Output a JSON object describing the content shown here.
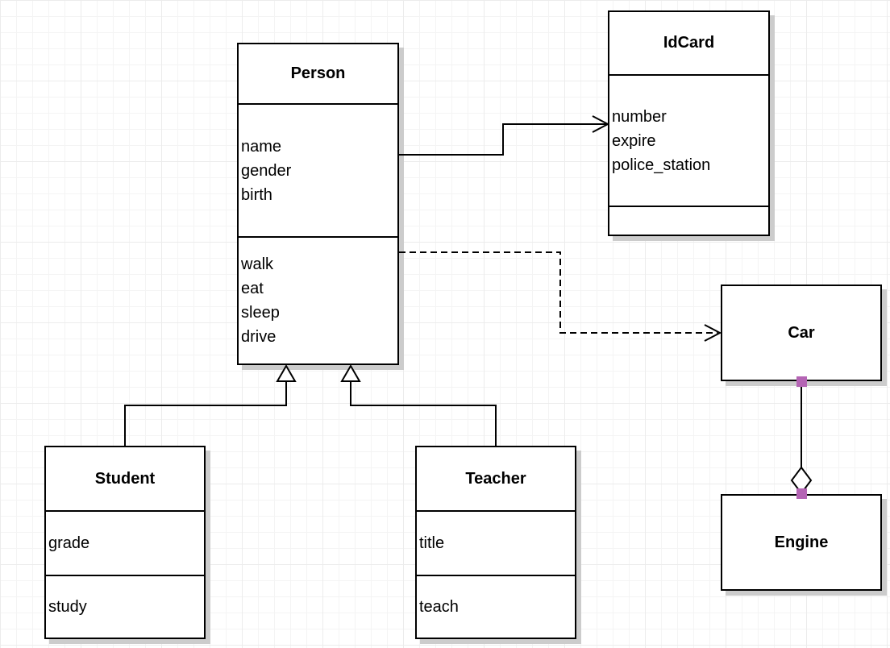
{
  "diagram": {
    "type": "uml-class-diagram",
    "classes": [
      {
        "name": "Person",
        "attributes": [
          "name",
          "gender",
          "birth"
        ],
        "methods": [
          "walk",
          "eat",
          "sleep",
          "drive"
        ]
      },
      {
        "name": "IdCard",
        "attributes": [
          "number",
          "expire",
          "police_station"
        ],
        "methods": []
      },
      {
        "name": "Car",
        "attributes": [],
        "methods": []
      },
      {
        "name": "Engine",
        "attributes": [],
        "methods": []
      },
      {
        "name": "Student",
        "attributes": [
          "grade"
        ],
        "methods": [
          "study"
        ]
      },
      {
        "name": "Teacher",
        "attributes": [
          "title"
        ],
        "methods": [
          "teach"
        ]
      }
    ],
    "relationships": [
      {
        "from": "Person",
        "to": "IdCard",
        "type": "association",
        "line": "solid",
        "arrow": "open-arrow"
      },
      {
        "from": "Person",
        "to": "Car",
        "type": "dependency",
        "line": "dashed",
        "arrow": "open-arrow"
      },
      {
        "from": "Student",
        "to": "Person",
        "type": "generalization",
        "line": "solid",
        "arrow": "hollow-triangle"
      },
      {
        "from": "Teacher",
        "to": "Person",
        "type": "generalization",
        "line": "solid",
        "arrow": "hollow-triangle"
      },
      {
        "from": "Car",
        "to": "Engine",
        "type": "aggregation",
        "line": "solid",
        "arrow": "hollow-diamond",
        "diamond_at": "Engine"
      }
    ],
    "colors": {
      "line": "#000000",
      "box_fill": "#ffffff",
      "shadow": "#cccccc",
      "grid_line": "#f4f4f4",
      "connection_point": "#b464b4"
    }
  }
}
